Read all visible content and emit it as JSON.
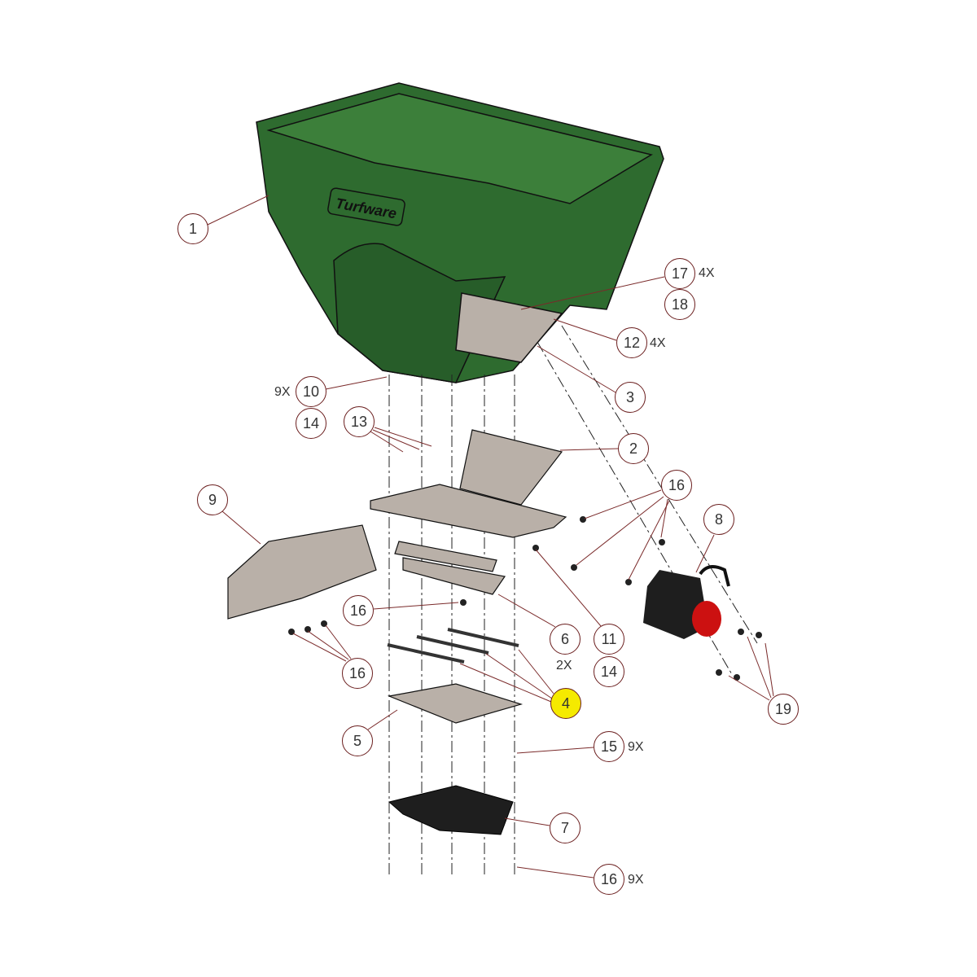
{
  "brand_logo": "Turfware",
  "colors": {
    "hopper": "#2e6b2f",
    "plate": "#b9b0a8",
    "leader": "#7a2a2a",
    "highlight": "#f5ea00",
    "motor": "#1e1e1e",
    "motor_cap": "#cc1111"
  },
  "callouts": [
    {
      "label": "1"
    },
    {
      "label": "17",
      "qty": "4X"
    },
    {
      "label": "18"
    },
    {
      "label": "12",
      "qty": "4X"
    },
    {
      "label": "3"
    },
    {
      "label": "10",
      "qty": "9X"
    },
    {
      "label": "14"
    },
    {
      "label": "13"
    },
    {
      "label": "2"
    },
    {
      "label": "9"
    },
    {
      "label": "16"
    },
    {
      "label": "8"
    },
    {
      "label": "16"
    },
    {
      "label": "6",
      "qty": "2X"
    },
    {
      "label": "11"
    },
    {
      "label": "14"
    },
    {
      "label": "4",
      "highlighted": true
    },
    {
      "label": "19"
    },
    {
      "label": "16"
    },
    {
      "label": "5"
    },
    {
      "label": "15",
      "qty": "9X"
    },
    {
      "label": "7"
    },
    {
      "label": "16",
      "qty": "9X"
    }
  ]
}
